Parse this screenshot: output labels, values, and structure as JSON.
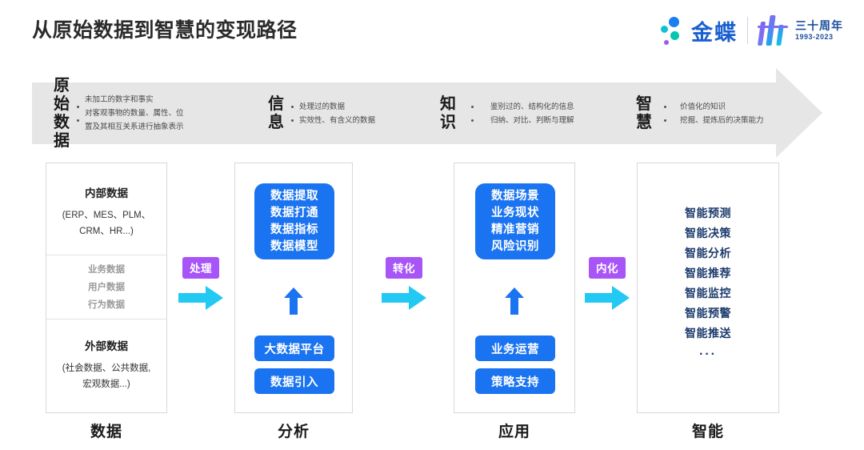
{
  "header": {
    "title": "从原始数据到智慧的变现路径",
    "brand": {
      "name": "金蝶",
      "anniversary_cn": "三十周年",
      "anniversary_years": "1993-2023"
    }
  },
  "banner": {
    "columns": [
      {
        "key": "原始\n数据",
        "key_line1": "原始",
        "key_line2": "数据",
        "bullets": [
          "未加工的数字和事实",
          "对客观事物的数量、属性、位",
          "置及其相互关系进行抽象表示"
        ]
      },
      {
        "key_line1": "信",
        "key_line2": "息",
        "bullets": [
          "处理过的数据",
          "实效性、有含义的数据"
        ]
      },
      {
        "key_line1": "知",
        "key_line2": "识",
        "bullets": [
          "鉴别过的、结构化的信息",
          "归纳、对比、判断与理解"
        ]
      },
      {
        "key_line1": "智",
        "key_line2": "慧",
        "bullets": [
          "价值化的知识",
          "挖掘、提炼后的决策能力"
        ]
      }
    ]
  },
  "stages": [
    {
      "footer_label": "数据",
      "section_top_title": "内部数据",
      "section_top_note_1": "(ERP、MES、PLM、",
      "section_top_note_2": "CRM、HR...)",
      "section_mid_items": [
        "业务数据",
        "用户数据",
        "行为数据"
      ],
      "section_bottom_title": "外部数据",
      "section_bottom_note_1": "(社会数据、公共数据,",
      "section_bottom_note_2": "宏观数据...)"
    },
    {
      "footer_label": "分析",
      "box_items": [
        "数据提取",
        "数据打通",
        "数据指标",
        "数据模型"
      ],
      "pills": [
        "大数据平台",
        "数据引入"
      ]
    },
    {
      "footer_label": "应用",
      "box_items": [
        "数据场景",
        "业务现状",
        "精准营销",
        "风险识别"
      ],
      "pills": [
        "业务运营",
        "策略支持"
      ]
    },
    {
      "footer_label": "智能",
      "smart_items": [
        "智能预测",
        "智能决策",
        "智能分析",
        "智能推荐",
        "智能监控",
        "智能预警",
        "智能推送"
      ],
      "ellipsis": "···"
    }
  ],
  "connectors": [
    {
      "label": "处理"
    },
    {
      "label": "转化"
    },
    {
      "label": "内化"
    }
  ],
  "colors": {
    "blue": "#1a73f0",
    "purple": "#a855f7",
    "cyan": "#22c9f2",
    "navy": "#1b3a6b",
    "banner_gray": "#e6e6e6"
  }
}
